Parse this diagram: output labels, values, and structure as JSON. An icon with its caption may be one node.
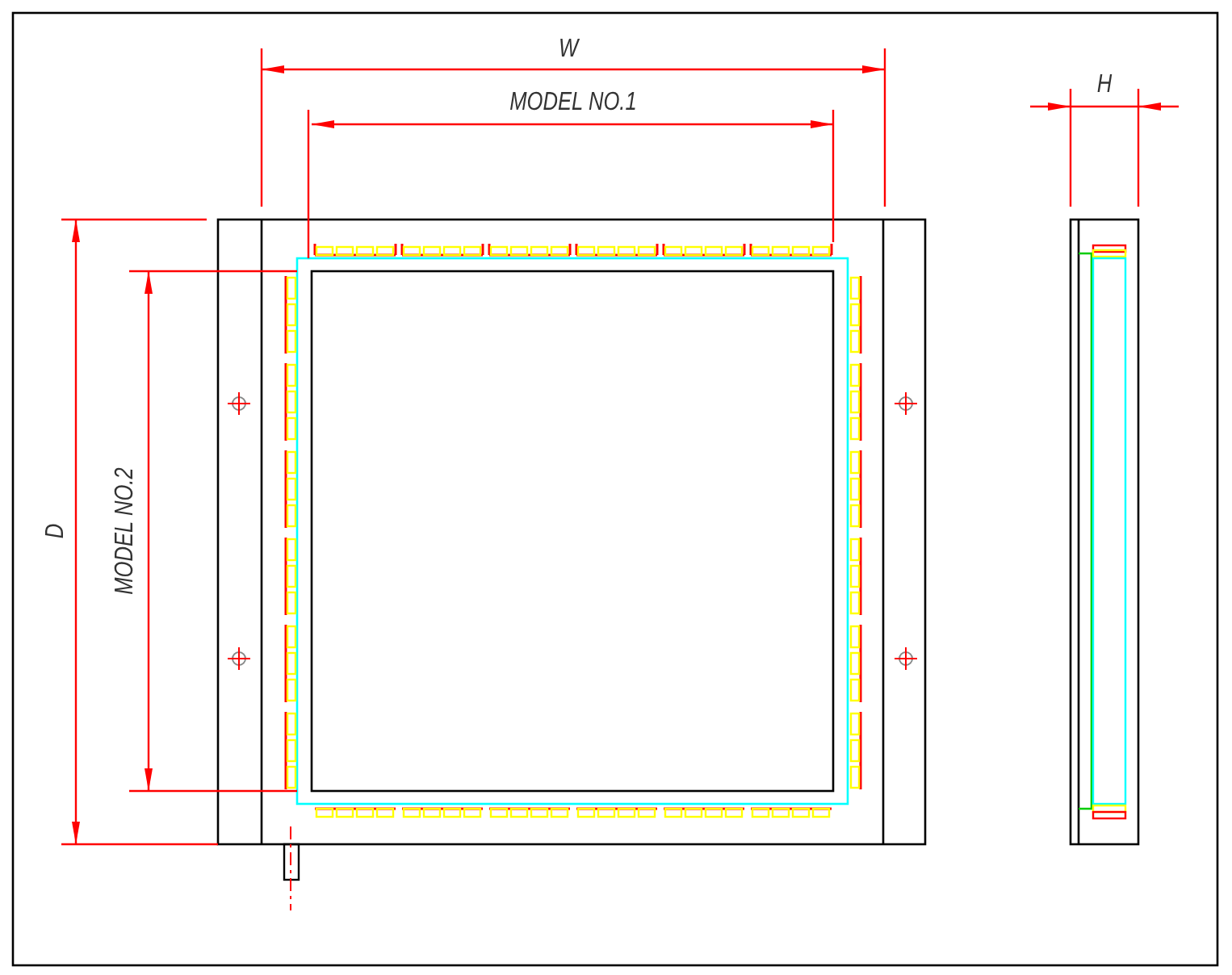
{
  "diagram": {
    "labels": [
      "W",
      "MODEL NO.1",
      "H",
      "D",
      "MODEL NO.2"
    ]
  }
}
